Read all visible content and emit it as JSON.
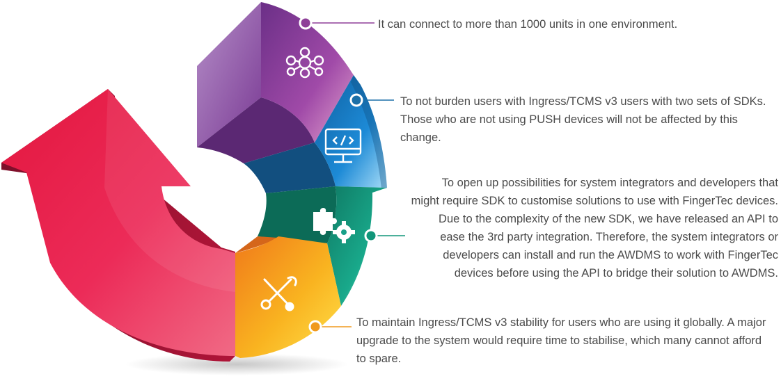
{
  "callouts": [
    {
      "text": "It can connect to more than 1000 units in one environment.",
      "color": "#8e3f98"
    },
    {
      "text": "To not burden users with Ingress/TCMS v3 users with two sets of SDKs. Those who are not using PUSH devices will not be affected by this change.",
      "color": "#1a6fa8"
    },
    {
      "text": "To open up possibilities for system integrators and developers that might require SDK to customise solutions to use with FingerTec devices. Due to the complexity of the new SDK, we have released an API to ease the 3rd party integration. Therefore, the system integrators or developers can install and run the AWDMS to work with FingerTec devices before using the API to bridge their solution to AWDMS.",
      "color": "#11967a"
    },
    {
      "text": "To maintain Ingress/TCMS v3 stability for users who are using it globally. A major upgrade to the system would require time to stabilise, which many cannot afford to spare.",
      "color": "#f09a1e"
    }
  ],
  "segments": [
    {
      "name": "purple",
      "icon": "network-nodes-icon",
      "color": "#8e3f98"
    },
    {
      "name": "blue",
      "icon": "code-monitor-icon",
      "color": "#1c8fd9"
    },
    {
      "name": "green",
      "icon": "puzzle-gear-icon",
      "color": "#16a085"
    },
    {
      "name": "orange",
      "icon": "tools-icon",
      "color": "#f7b21c"
    },
    {
      "name": "red",
      "icon": "arrow-icon",
      "color": "#e51c4a"
    }
  ]
}
